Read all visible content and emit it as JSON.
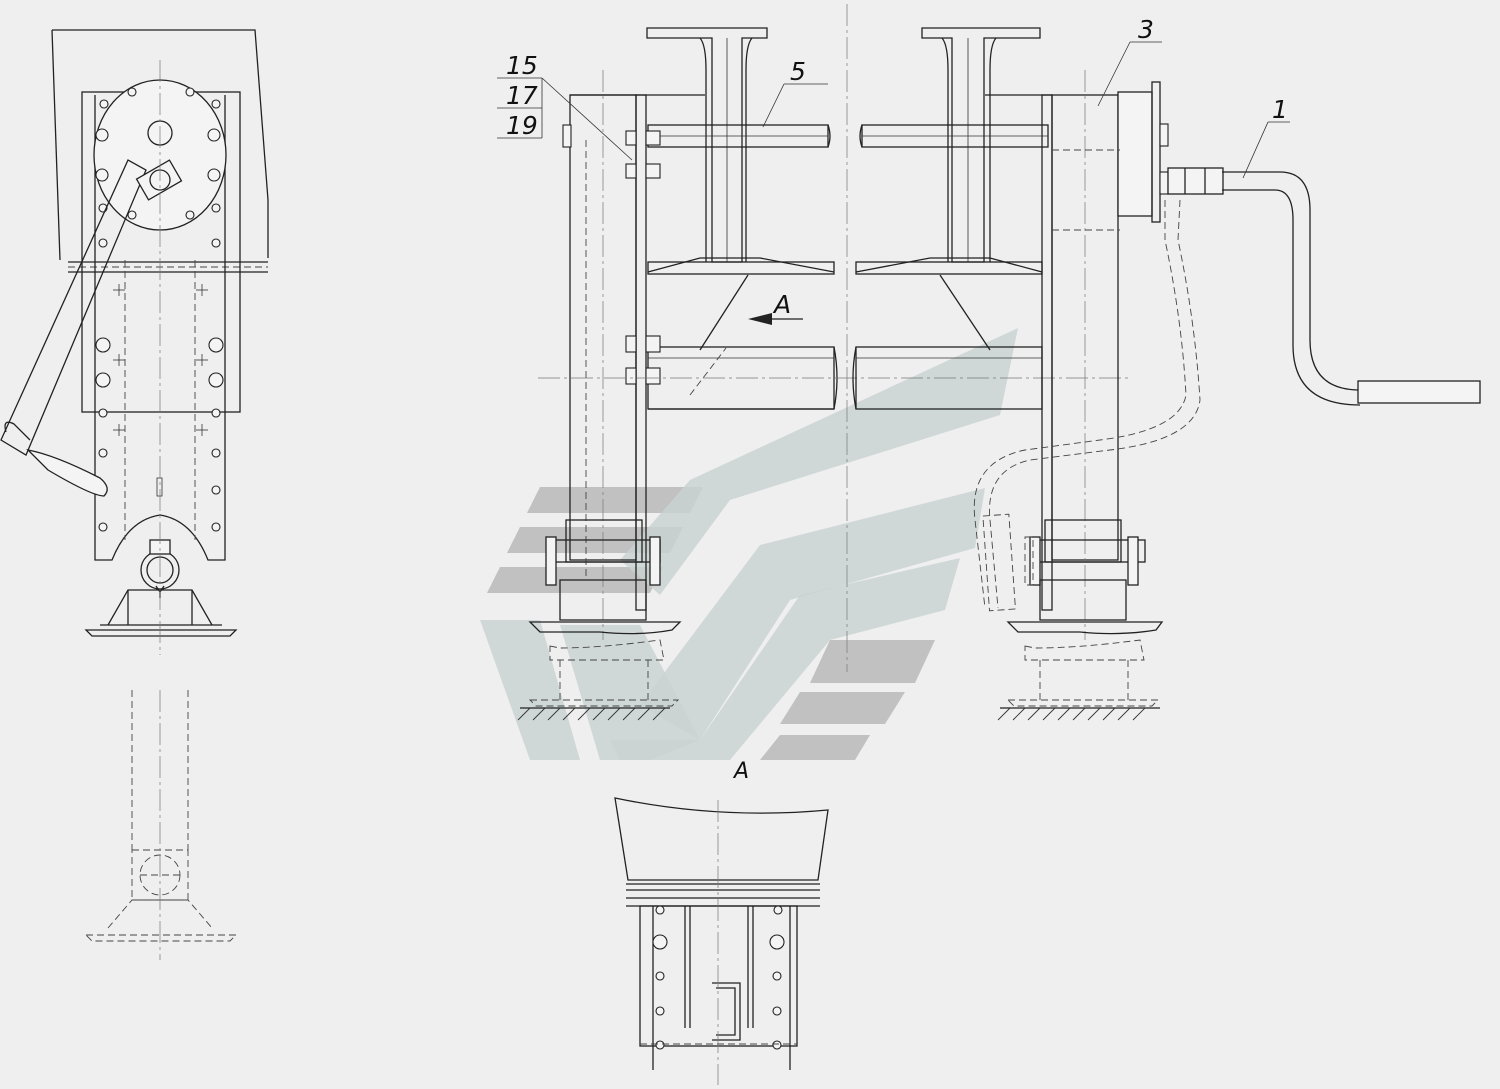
{
  "callouts": {
    "item_15": "15",
    "item_17": "17",
    "item_19": "19",
    "item_5": "5",
    "item_3": "3",
    "item_1": "1"
  },
  "view": {
    "arrow_label": "A",
    "section_label": "A"
  },
  "watermark": {
    "icon": "stripes-chevron-logo",
    "gray": "#b9b9b9",
    "teal": "#c9d3d2"
  },
  "colors": {
    "background": "#efefef",
    "line": "#222222"
  }
}
